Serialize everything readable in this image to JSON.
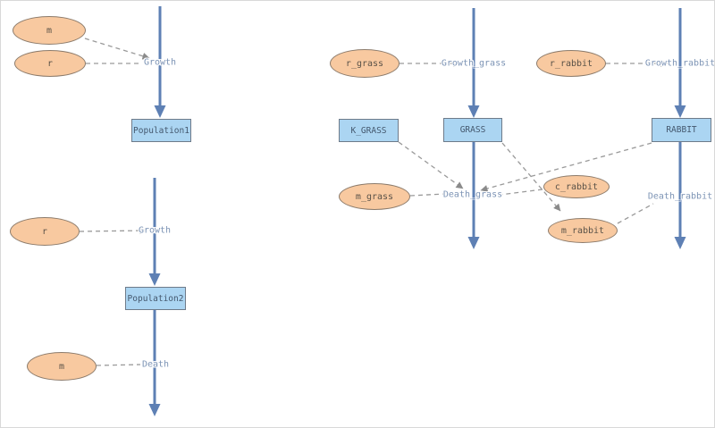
{
  "colors": {
    "stock_fill": "#abd5f2",
    "stock_border": "#6e7b8a",
    "param_fill": "#f8c9a0",
    "param_border": "#8c7b6b",
    "flow_arrow": "#5e80b4",
    "link_line": "#9a9a9a",
    "flow_label_text": "#7d94b5"
  },
  "nodes": {
    "params": [
      {
        "label": "m"
      },
      {
        "label": "r"
      },
      {
        "label": "r"
      },
      {
        "label": "m"
      },
      {
        "label": "r_grass"
      },
      {
        "label": "m_grass"
      },
      {
        "label": "r_rabbit"
      },
      {
        "label": "c_rabbit"
      },
      {
        "label": "m_rabbit"
      }
    ],
    "stocks": [
      {
        "label": "Population1"
      },
      {
        "label": "Population2"
      },
      {
        "label": "K_GRASS"
      },
      {
        "label": "GRASS"
      },
      {
        "label": "RABBIT"
      }
    ],
    "flows": [
      {
        "label": "Growth"
      },
      {
        "label": "Growth"
      },
      {
        "label": "Death"
      },
      {
        "label": "Growth_grass"
      },
      {
        "label": "Death_grass"
      },
      {
        "label": "Growth_rabbit"
      },
      {
        "label": "Death_rabbit"
      }
    ]
  },
  "links": [
    {
      "from": "m",
      "to": "Growth"
    },
    {
      "from": "r",
      "to": "Growth"
    },
    {
      "from": "r",
      "to": "Growth"
    },
    {
      "from": "m",
      "to": "Death"
    },
    {
      "from": "r_grass",
      "to": "Growth_grass"
    },
    {
      "from": "r_rabbit",
      "to": "Growth_rabbit"
    },
    {
      "from": "K_GRASS",
      "to": "Death_grass"
    },
    {
      "from": "m_grass",
      "to": "Death_grass"
    },
    {
      "from": "RABBIT",
      "to": "Death_grass"
    },
    {
      "from": "c_rabbit",
      "to": "Death_grass"
    },
    {
      "from": "GRASS",
      "to": "m_rabbit"
    },
    {
      "from": "m_rabbit",
      "to": "Death_rabbit"
    }
  ]
}
